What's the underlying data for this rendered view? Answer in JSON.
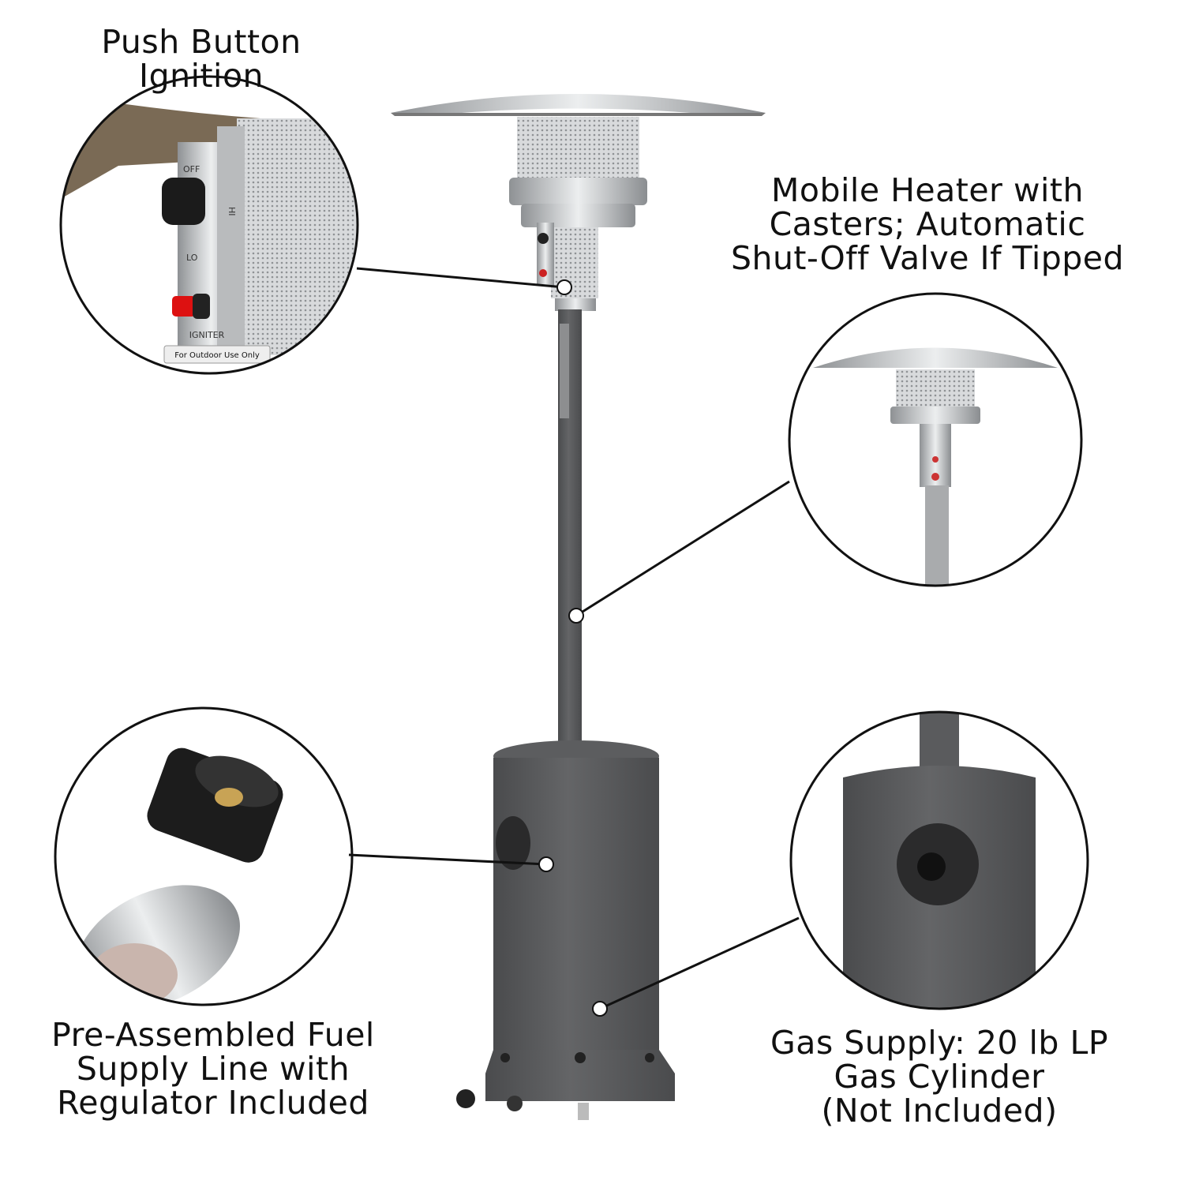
{
  "callouts": {
    "ignition": {
      "lines": [
        "Push Button",
        "Ignition"
      ],
      "photo_text": [
        "OFF",
        "LO",
        "HI",
        "IGNITER",
        "For Outdoor Use Only"
      ]
    },
    "mobile": {
      "lines": [
        "Mobile Heater with",
        "Casters; Automatic",
        "Shut-Off Valve If Tipped"
      ]
    },
    "fuel_line": {
      "lines": [
        "Pre-Assembled Fuel",
        "Supply Line with",
        "Regulator Included"
      ]
    },
    "gas_supply": {
      "lines": [
        "Gas Supply: 20 lb LP",
        "Gas Cylinder",
        "(Not Included)"
      ]
    }
  },
  "colors": {
    "heater_body": "#58595b",
    "steel": "#c9cbcd",
    "line": "#111111"
  }
}
